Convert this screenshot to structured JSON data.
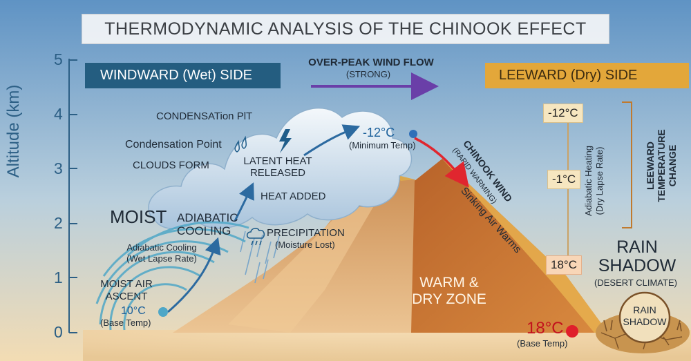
{
  "title": "THERMODYNAMIC ANALYSIS OF THE CHINOOK EFFECT",
  "axis": {
    "label": "Altitude (km)",
    "ticks": [
      "0",
      "1",
      "2",
      "3",
      "4",
      "5"
    ]
  },
  "windward": {
    "banner": "WINDWARD (Wet) SIDE",
    "condensation_pit": "CONDENSATion PlT",
    "condensation_point": "Condensation Point",
    "clouds_form": "CLOUDS FORM",
    "moist": "MOIST",
    "adiabatic_cooling": "ADIABATIC\nCOOLING",
    "adiabatic_cooling_wet": "Adiabatic Cooling\n(Wet Lapse Rate)",
    "moist_air_ascent": "MOIST AIR\nASCENT",
    "base_temp_value": "10°C",
    "base_temp_label": "(Base Temp)",
    "latent_heat": "LATENT HEAT\nRELEASED",
    "heat_added": "HEAT ADDED",
    "precipitation": "PRECIPITATION",
    "moisture_lost": "(Moisture Lost)"
  },
  "peak": {
    "wind_flow": "OVER-PEAK WIND FLOW",
    "wind_strength": "(STRONG)",
    "min_temp_value": "-12°C",
    "min_temp_label": "(Minimum Temp)"
  },
  "leeward": {
    "banner": "LEEWARD (Dry) SIDE",
    "chinook_wind": "CHINOOK WIND",
    "rapid_warming": "(RAPID WARMING)",
    "sinking_air": "Sinking Air Warms",
    "warm_dry_zone": "WARM &\nDRY ZONE",
    "temp_top": "-12°C",
    "temp_mid": "-1°C",
    "temp_bottom": "18°C",
    "adiabatic_heating": "Adiabatic Heating\n(Dry Lapse Rate)",
    "temp_change": "LEEWARD\nTEMPERATURE\nCHANGE",
    "rain_shadow": "RAIN\nSHADOW",
    "desert_climate": "(DESERT CLIMATE)",
    "base_temp_value": "18°C",
    "base_temp_label": "(Base Temp)",
    "badge": "RAIN\nSHADOW"
  },
  "colors": {
    "sky_top": "#5f93c4",
    "sky_bottom": "#f3dcb3",
    "windward_banner": "#245d80",
    "leeward_banner": "#e3a73a",
    "wind_arrow": "#6a3fa8",
    "chinook_arrow": "#e0262f",
    "ascent_arrow": "#2c6aa0",
    "cold_dot": "#2f6fb8",
    "warm_dot": "#e01f2b",
    "mountain_light": "#e2b27a",
    "mountain_dark": "#c6712f"
  }
}
